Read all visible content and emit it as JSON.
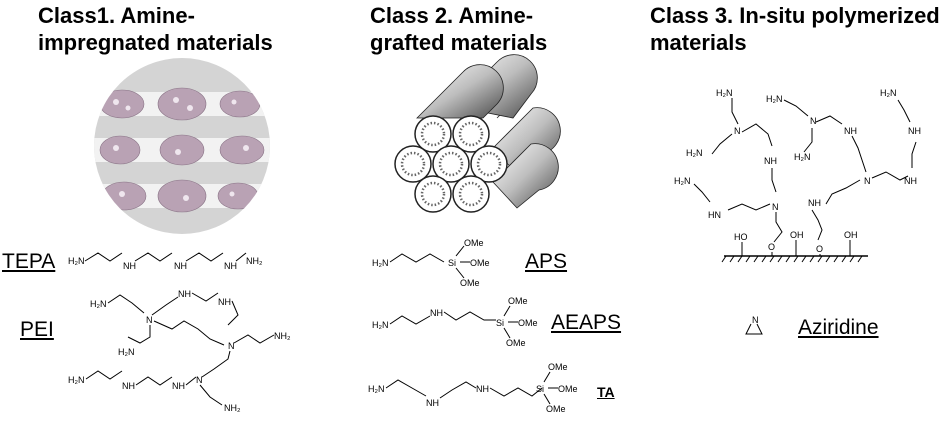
{
  "classes": [
    {
      "title_line1": "Class1.  Amine-",
      "title_line2": "impregnated materials",
      "labels": [
        "TEPA",
        "PEI"
      ]
    },
    {
      "title_line1": "Class 2. Amine-",
      "title_line2": "grafted materials",
      "labels": [
        "APS",
        "AEAPS",
        "TA"
      ]
    },
    {
      "title_line1": "Class 3. In-situ polymerized",
      "title_line2": "materials",
      "labels": [
        "Aziridine"
      ]
    }
  ],
  "chem": {
    "nh2": "H₂N",
    "nh2r": "NH₂",
    "nh": "NH",
    "hn": "HN",
    "n": "N",
    "si": "Si",
    "ome": "OMe",
    "oh": "HO",
    "o": "O",
    "ho": "OH"
  }
}
